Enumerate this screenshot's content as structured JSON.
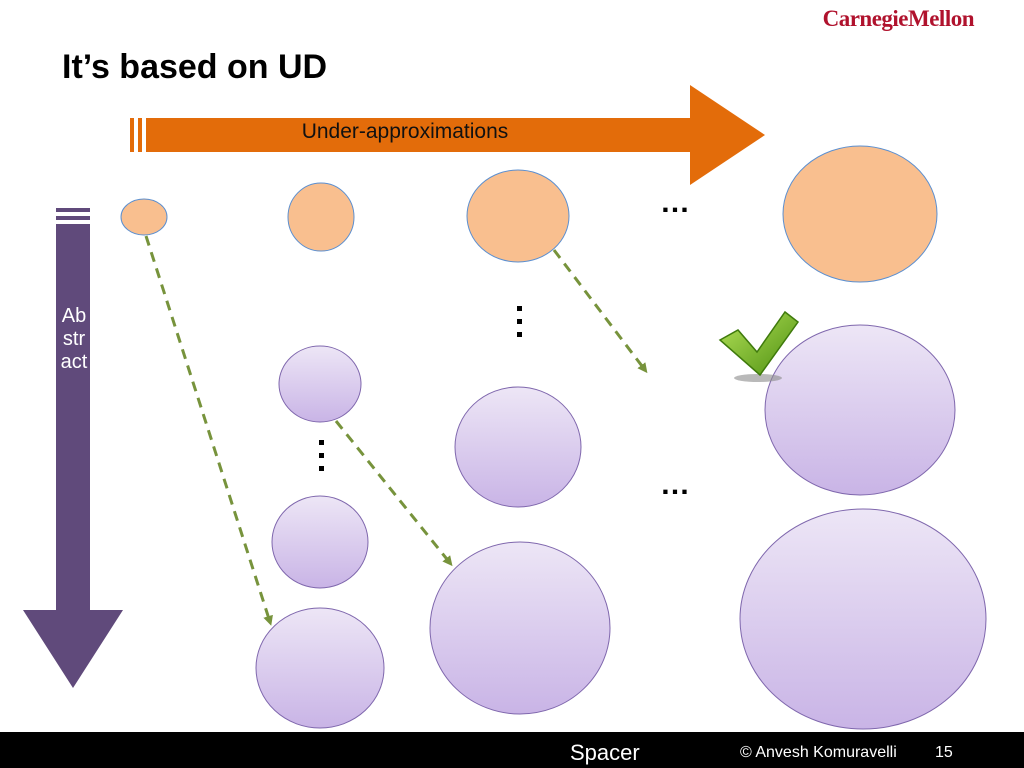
{
  "header": {
    "logo_text": "CarnegieMellon",
    "title": "It’s based on UD"
  },
  "diagram": {
    "horizontal_arrow": {
      "label": "Under-approximations",
      "color": "#e36c0a"
    },
    "vertical_arrow": {
      "label": "Abstract",
      "color": "#604a7b"
    },
    "ellipsis_horizontal": "…",
    "colors": {
      "under_approx_fill": "#f9bf8f",
      "under_approx_stroke": "#5b8fd0",
      "abstract_fill_top": "#ede6f6",
      "abstract_fill_bottom": "#c9b4e6",
      "abstract_stroke": "#7f67ad",
      "dashed_arrow": "#77933c",
      "checkmark": "#7ab317"
    },
    "icons": [
      "checkmark-icon"
    ]
  },
  "footer": {
    "topic": "Spacer",
    "copyright": "© Anvesh Komuravelli",
    "page_number": "15"
  }
}
